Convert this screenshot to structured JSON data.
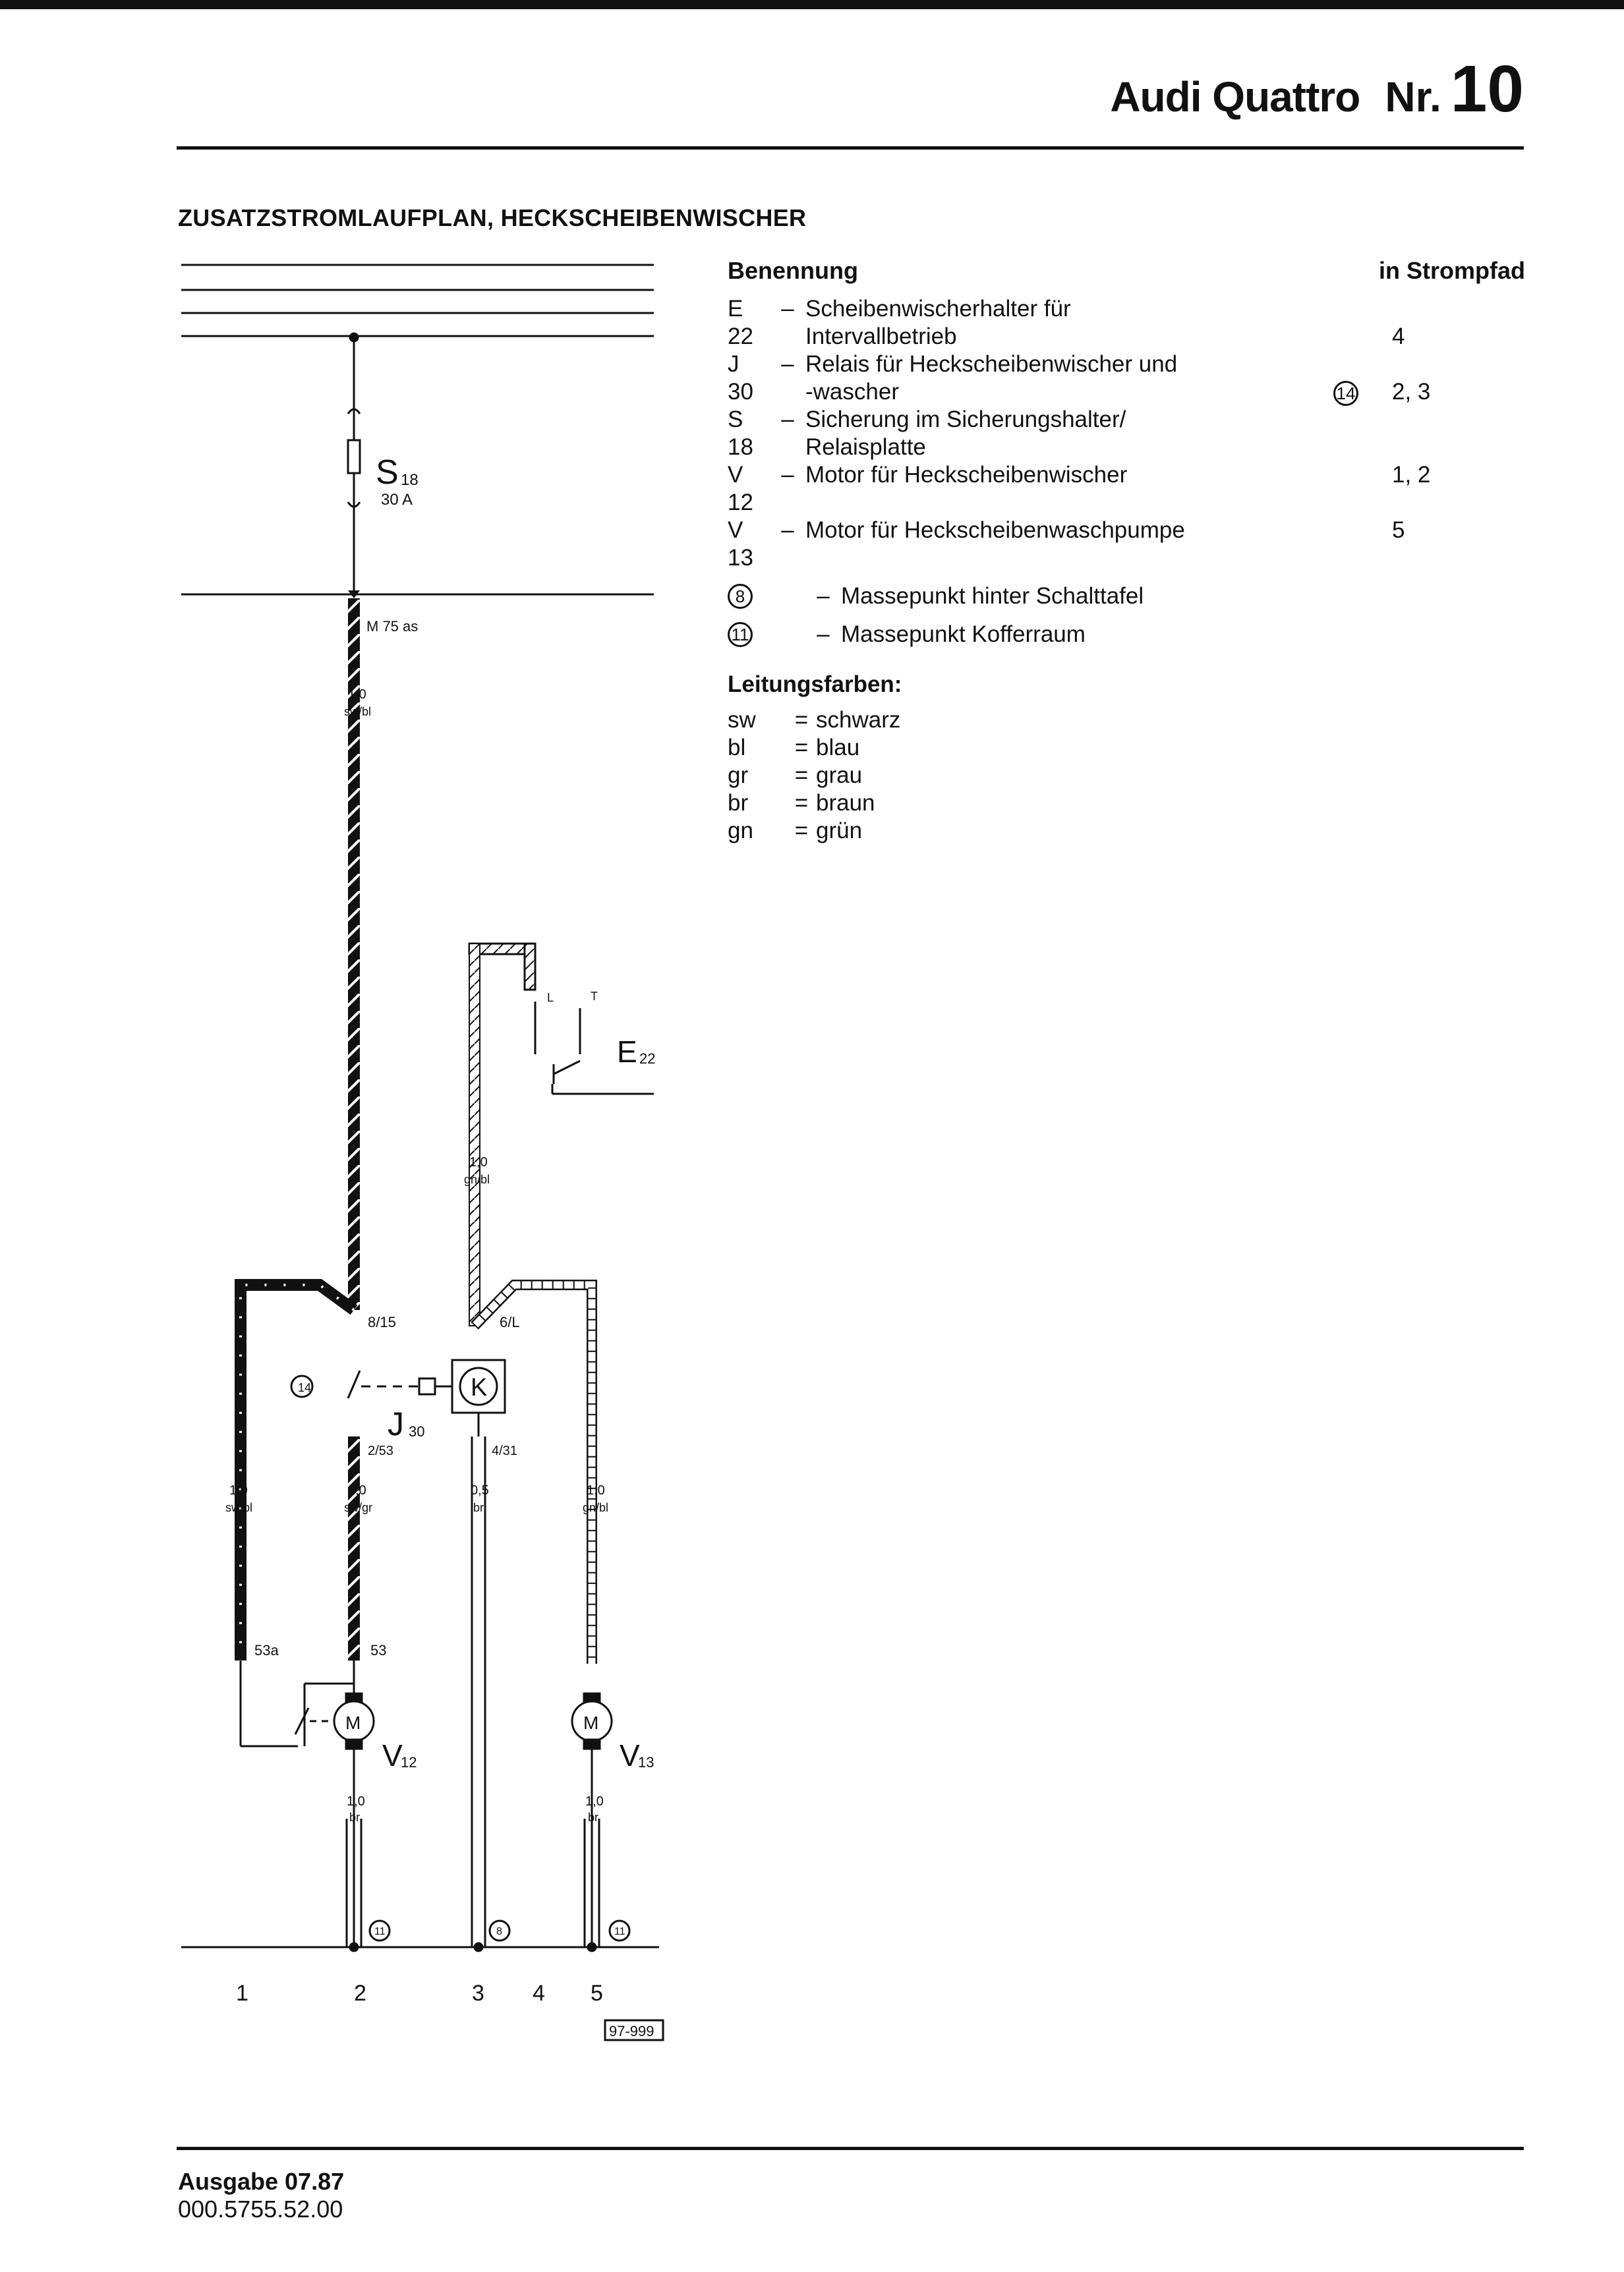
{
  "header": {
    "title": "Audi Quattro",
    "nr_label": "Nr.",
    "nr_value": "10"
  },
  "section_title": "ZUSATZSTROMLAUFPLAN, HECKSCHEIBENWISCHER",
  "legend": {
    "col_name": "Benennung",
    "col_path": "in Strompfad",
    "items": [
      {
        "code": "E 22",
        "dash": "–",
        "lines": [
          "Scheibenwischerhalter für",
          "Intervallbetrieb"
        ],
        "figure": "",
        "paths": "4"
      },
      {
        "code": "J 30",
        "dash": "–",
        "lines": [
          "Relais für Heckscheibenwischer und",
          "-wascher"
        ],
        "figure": "14",
        "paths": "2, 3"
      },
      {
        "code": "S 18",
        "dash": "–",
        "lines": [
          "Sicherung im Sicherungshalter/",
          "Relaisplatte"
        ],
        "figure": "",
        "paths": ""
      },
      {
        "code": "V 12",
        "dash": "–",
        "lines": [
          "Motor für Heckscheibenwischer"
        ],
        "figure": "",
        "paths": "1, 2"
      },
      {
        "code": "V 13",
        "dash": "–",
        "lines": [
          "Motor für Heckscheibenwaschpumpe"
        ],
        "figure": "",
        "paths": "5"
      }
    ],
    "ground_points": [
      {
        "num": "8",
        "dash": "–",
        "desc": "Massepunkt hinter Schalttafel"
      },
      {
        "num": "11",
        "dash": "–",
        "desc": "Massepunkt Kofferraum"
      }
    ],
    "colors_title": "Leitungsfarben:",
    "colors": [
      {
        "abbr": "sw",
        "eq": "=",
        "name": "schwarz"
      },
      {
        "abbr": "bl",
        "eq": "=",
        "name": "blau"
      },
      {
        "abbr": "gr",
        "eq": "=",
        "name": "grau"
      },
      {
        "abbr": "br",
        "eq": "=",
        "name": "braun"
      },
      {
        "abbr": "gn",
        "eq": "=",
        "name": "grün"
      }
    ]
  },
  "diagram": {
    "fuse": {
      "label": "S",
      "sub": "18",
      "rating": "30 A"
    },
    "connectors": {
      "m75": "M 75 as",
      "p815": "8/15",
      "p6l": "6/L",
      "p253": "2/53",
      "p431": "4/31",
      "p53a": "53a",
      "p53": "53",
      "sw_l": "L",
      "sw_t": "T"
    },
    "wires": {
      "w1_size": "1,0",
      "w1_color": "sw/bl",
      "w2_size": "1,0",
      "w2_color": "gn/bl",
      "w3_size": "1,0",
      "w3_color": "sw/bl",
      "w4_size": "1,0",
      "w4_color": "sw/gr",
      "w5_size": "0,5",
      "w5_color": "br",
      "w6_size": "1,0",
      "w6_color": "gn/bl",
      "w7_size": "1,0",
      "w7_color": "br",
      "w8_size": "1,0",
      "w8_color": "br"
    },
    "components": {
      "e22": {
        "label": "E",
        "sub": "22"
      },
      "j30": {
        "label": "J",
        "sub": "30",
        "relay_mark": "K",
        "loc": "14"
      },
      "v12": {
        "label": "V",
        "sub": "12",
        "mark": "M"
      },
      "v13": {
        "label": "V",
        "sub": "13",
        "mark": "M"
      }
    },
    "grounds": [
      "11",
      "8",
      "11"
    ],
    "path_numbers": [
      "1",
      "2",
      "3",
      "4",
      "5"
    ],
    "ref": "97-999"
  },
  "footer": {
    "edition": "Ausgabe 07.87",
    "code": "000.5755.52.00"
  }
}
